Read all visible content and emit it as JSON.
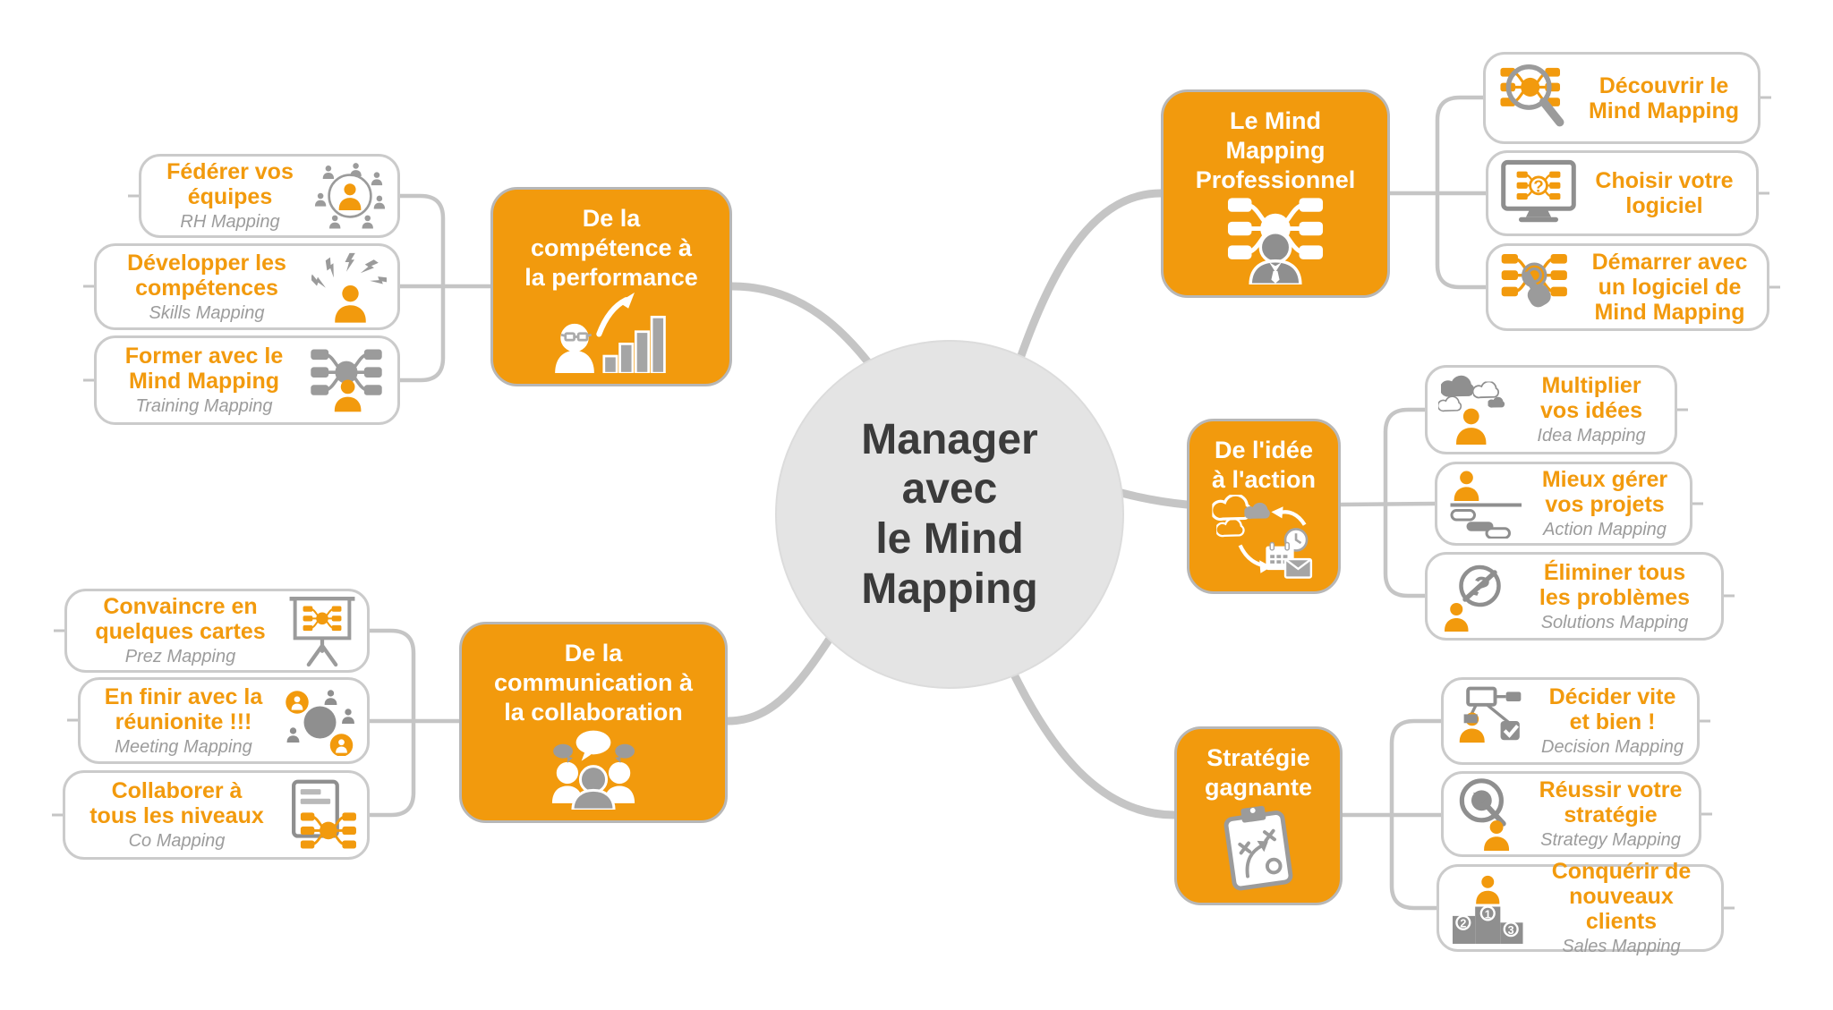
{
  "colors": {
    "orange": "#F29A0D",
    "icon_gray": "#8F8F8F",
    "connector_gray": "#C5C5C5",
    "center_fill": "#E4E4E4",
    "center_text": "#3B3B3B",
    "subtitle_gray": "#9C9C9C",
    "box_border": "#CBCBCB"
  },
  "glyphs": {
    "question_mark": "?",
    "podium_ranks": [
      "1",
      "2",
      "3"
    ]
  },
  "center": {
    "title": "Manager\navec\nle Mind\nMapping"
  },
  "branches": [
    {
      "label": "De la\ncompétence à\nla performance",
      "icon": "performance-growth-icon",
      "items": [
        {
          "title": "Fédérer vos\néquipes",
          "subtitle": "RH Mapping",
          "icon": "team-network-icon"
        },
        {
          "title": "Développer les\ncompétences",
          "subtitle": "Skills Mapping",
          "icon": "skills-lightning-icon"
        },
        {
          "title": "Former avec le\nMind Mapping",
          "subtitle": "Training Mapping",
          "icon": "trainer-mindmap-icon"
        }
      ]
    },
    {
      "label": "Le Mind\nMapping\nProfessionnel",
      "icon": "professional-mindmap-icon",
      "items": [
        {
          "title": "Découvrir le\nMind Mapping",
          "subtitle": "",
          "icon": "discover-magnifier-icon"
        },
        {
          "title": "Choisir votre\nlogiciel",
          "subtitle": "",
          "icon": "software-monitor-icon"
        },
        {
          "title": "Démarrer avec\nun logiciel de\nMind Mapping",
          "subtitle": "",
          "icon": "start-click-icon"
        }
      ]
    },
    {
      "label": "De l'idée\nà l'action",
      "icon": "idea-to-action-icon",
      "items": [
        {
          "title": "Multiplier\nvos idées",
          "subtitle": "Idea Mapping",
          "icon": "idea-clouds-icon"
        },
        {
          "title": "Mieux gérer\nvos projets",
          "subtitle": "Action Mapping",
          "icon": "gantt-chart-icon"
        },
        {
          "title": "Éliminer tous\nles problèmes",
          "subtitle": "Solutions Mapping",
          "icon": "crossed-question-icon"
        }
      ]
    },
    {
      "label": "Stratégie\ngagnante",
      "icon": "strategy-clipboard-icon",
      "items": [
        {
          "title": "Décider vite\net bien !",
          "subtitle": "Decision Mapping",
          "icon": "decision-tree-icon"
        },
        {
          "title": "Réussir votre\nstratégie",
          "subtitle": "Strategy Mapping",
          "icon": "target-arrow-icon"
        },
        {
          "title": "Conquérir de\nnouveaux clients",
          "subtitle": "Sales Mapping",
          "icon": "podium-winner-icon"
        }
      ]
    },
    {
      "label": "De la\ncommunication à\nla collaboration",
      "icon": "communication-people-icon",
      "items": [
        {
          "title": "Convaincre en\nquelques cartes",
          "subtitle": "Prez Mapping",
          "icon": "presentation-board-icon"
        },
        {
          "title": "En finir avec la\nréunionite !!!",
          "subtitle": "Meeting Mapping",
          "icon": "meeting-circle-icon"
        },
        {
          "title": "Collaborer à\ntous les niveaux",
          "subtitle": "Co Mapping",
          "icon": "comapping-document-icon"
        }
      ]
    }
  ]
}
